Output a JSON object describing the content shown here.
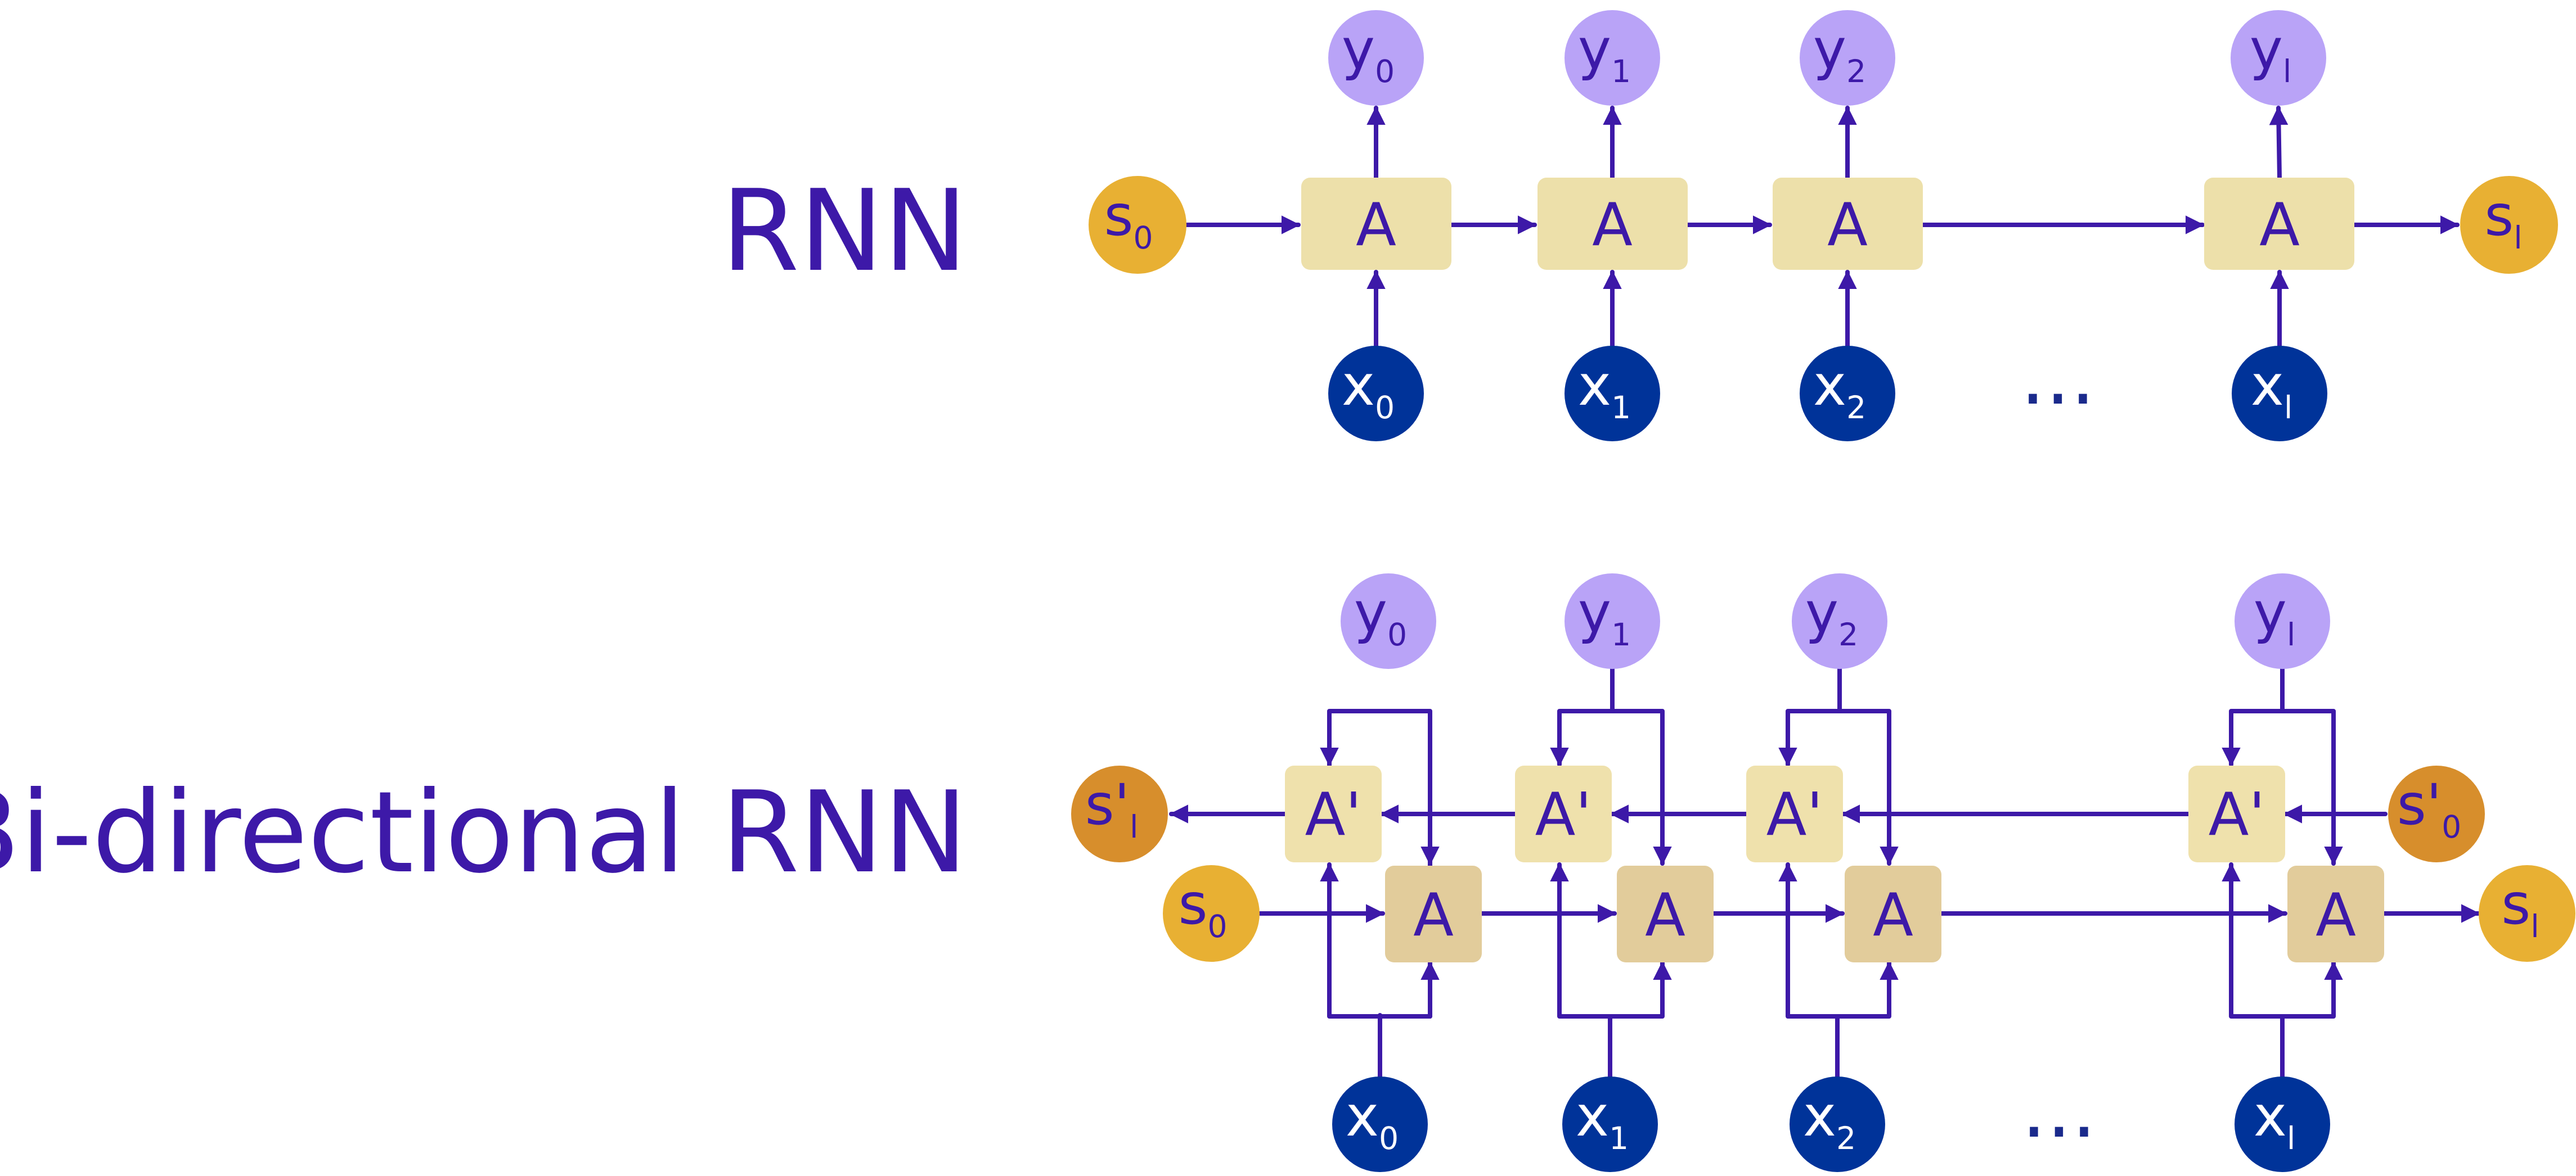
{
  "colors": {
    "edge": "#3d19a8",
    "text": "#3d19a8",
    "x_node": "#003399",
    "y_node": "#b9a3f7",
    "s_node": "#e8b033",
    "s_prime_node": "#d78e2c",
    "cell_forward": "#ede0aa",
    "cell_forward_bidir": "#e2cc9b",
    "cell_backward": "#efe1ac"
  },
  "rnn": {
    "label": "RNN",
    "cell_label": "A",
    "s_start": {
      "base": "s",
      "sub": "0"
    },
    "s_end": {
      "base": "s",
      "sub": "l"
    },
    "inputs": [
      {
        "base": "x",
        "sub": "0"
      },
      {
        "base": "x",
        "sub": "1"
      },
      {
        "base": "x",
        "sub": "2"
      },
      {
        "base": "x",
        "sub": "l"
      }
    ],
    "outputs": [
      {
        "base": "y",
        "sub": "0"
      },
      {
        "base": "y",
        "sub": "1"
      },
      {
        "base": "y",
        "sub": "2"
      },
      {
        "base": "y",
        "sub": "l"
      }
    ],
    "ellipsis": "..."
  },
  "bidir": {
    "label": "Bi-directional RNN",
    "forward_cell_label": "A",
    "backward_cell_label": "A'",
    "s_start": {
      "base": "s",
      "sub": "0"
    },
    "s_end": {
      "base": "s",
      "sub": "l"
    },
    "s_prime_start": {
      "base": "s'",
      "sub": "0"
    },
    "s_prime_end": {
      "base": "s'",
      "sub": "l"
    },
    "inputs": [
      {
        "base": "x",
        "sub": "0"
      },
      {
        "base": "x",
        "sub": "1"
      },
      {
        "base": "x",
        "sub": "2"
      },
      {
        "base": "x",
        "sub": "l"
      }
    ],
    "outputs": [
      {
        "base": "y",
        "sub": "0"
      },
      {
        "base": "y",
        "sub": "1"
      },
      {
        "base": "y",
        "sub": "2"
      },
      {
        "base": "y",
        "sub": "l"
      }
    ],
    "ellipsis": "..."
  }
}
